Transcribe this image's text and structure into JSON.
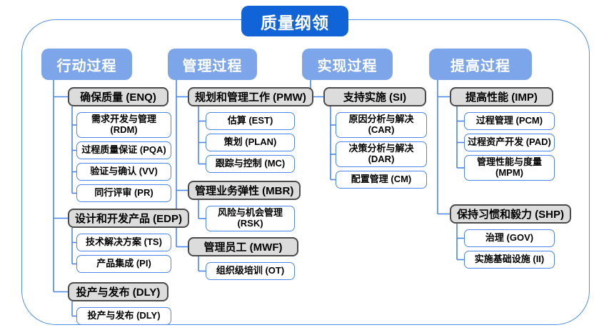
{
  "title": "质量纲领",
  "colors": {
    "title_bg": "#1164D8",
    "title_text": "#FFFFFF",
    "header_bg": "#7CA5EA",
    "header_text": "#FFFFFF",
    "gray_fill": "#DCDCDC",
    "gray_border": "#4A4A4A",
    "leaf_fill": "#FFFFFF",
    "leaf_border": "#4A86E8",
    "line": "#4A86E8",
    "frame_border": "#4E90E8",
    "text": "#000000"
  },
  "columns": [
    {
      "header": "行动过程",
      "groups": [
        {
          "label": "确保质量 (ENQ)",
          "children": [
            "需求开发与管理 (RDM)",
            "过程质量保证 (PQA)",
            "验证与确认 (VV)",
            "同行评审 (PR)"
          ]
        },
        {
          "label": "设计和开发产品 (EDP)",
          "children": [
            "技术解决方案 (TS)",
            "产品集成 (PI)"
          ]
        },
        {
          "label": "投产与发布 (DLY)",
          "children": [
            "投产与发布 (DLY)"
          ]
        }
      ]
    },
    {
      "header": "管理过程",
      "groups": [
        {
          "label": "规划和管理工作 (PMW)",
          "children": [
            "估算 (EST)",
            "策划 (PLAN)",
            "跟踪与控制 (MC)"
          ]
        },
        {
          "label": "管理业务弹性 (MBR)",
          "children": [
            "风险与机会管理 (RSK)"
          ]
        },
        {
          "label": "管理员工 (MWF)",
          "children": [
            "组织级培训 (OT)"
          ]
        }
      ]
    },
    {
      "header": "实现过程",
      "groups": [
        {
          "label": "支持实施 (SI)",
          "children": [
            "原因分析与解决 (CAR)",
            "决策分析与解决 (DAR)",
            "配置管理 (CM)"
          ]
        }
      ]
    },
    {
      "header": "提高过程",
      "groups": [
        {
          "label": "提高性能 (IMP)",
          "children": [
            "过程管理 (PCM)",
            "过程资产开发 (PAD)",
            "管理性能与度量 (MPM)"
          ]
        },
        {
          "label": "保持习惯和毅力 (SHP)",
          "children": [
            "治理 (GOV)",
            "实施基础设施 (II)"
          ]
        }
      ]
    }
  ]
}
